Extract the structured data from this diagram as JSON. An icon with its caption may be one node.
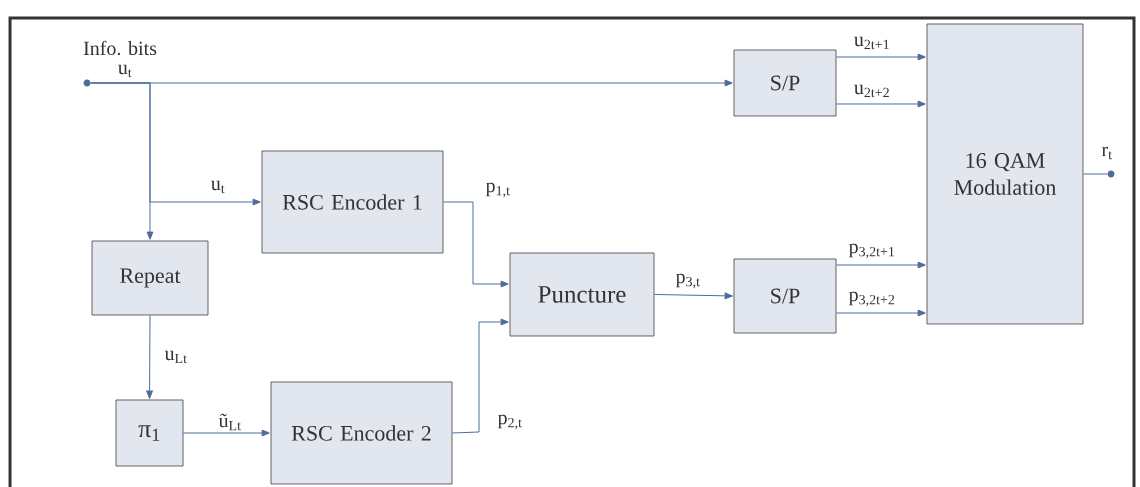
{
  "diagram": {
    "nodes": [
      {
        "text": [],
        "shape": "circle",
        "beside": [
          "Info. bits"
        ]
      },
      {
        "text": [
          "Repeat"
        ]
      },
      {
        "text": [
          "π$_{1}$"
        ]
      },
      {
        "text": [
          "RSC Encoder 1"
        ]
      },
      {
        "text": [
          "RSC Encoder 2"
        ]
      },
      {
        "text": [
          "Puncture"
        ]
      },
      {
        "text": [
          "S/P"
        ]
      },
      {
        "text": [
          "S/P"
        ]
      },
      {
        "text": [
          "16 QAM Modulation"
        ]
      },
      {
        "text": [],
        "shape": "circle"
      }
    ],
    "edges": [
      {
        "from": 0,
        "to": 6,
        "arrow": "to",
        "label": "u$_{t}$"
      },
      {
        "from": 0,
        "to": 3,
        "arrow": "to",
        "label": "u$_{t}$"
      },
      {
        "from": 0,
        "to": 1,
        "arrow": "to"
      },
      {
        "from": 1,
        "to": 2,
        "arrow": "to",
        "label": "u$_{Lt}$"
      },
      {
        "from": 2,
        "to": 4,
        "arrow": "to",
        "label": "ũ$_{Lt}$"
      },
      {
        "from": 3,
        "to": 5,
        "arrow": "to",
        "label": "p$_{1,t}$"
      },
      {
        "from": 4,
        "to": 5,
        "arrow": "to",
        "label": "p$_{2,t}$"
      },
      {
        "from": 5,
        "to": 7,
        "arrow": "to",
        "label": "p$_{3,t}$"
      },
      {
        "from": 6,
        "to": 8,
        "arrow": "to",
        "label": "u$_{2t+1}$"
      },
      {
        "from": 6,
        "to": 8,
        "arrow": "to",
        "label": "u$_{2t+2}$"
      },
      {
        "from": 7,
        "to": 8,
        "arrow": "to",
        "label": "p$_{3,2t+1}$"
      },
      {
        "from": 7,
        "to": 8,
        "arrow": "to",
        "label": "p$_{3,2t+2}$"
      },
      {
        "from": 8,
        "to": 9,
        "arrow": "none",
        "label": "r$_{t}$"
      }
    ]
  }
}
